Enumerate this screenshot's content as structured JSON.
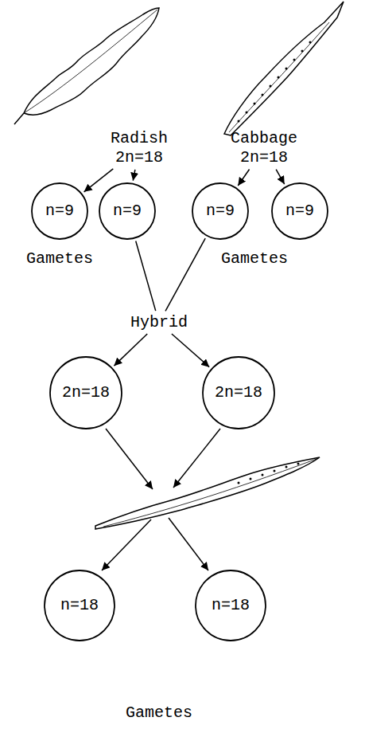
{
  "diagram": {
    "nodes": [
      {
        "text": [
          "Radish",
          "2n=18"
        ]
      },
      {
        "text": [
          "Cabbage",
          "2n=18"
        ]
      },
      {
        "text": [
          "n=9"
        ]
      },
      {
        "text": [
          "n=9"
        ]
      },
      {
        "text": [
          "n=9"
        ]
      },
      {
        "text": [
          "n=9"
        ]
      },
      {
        "text": [
          "Hybrid"
        ]
      },
      {
        "text": [
          "2n=18"
        ]
      },
      {
        "text": [
          "2n=18"
        ]
      },
      {
        "text": [
          "n=18"
        ]
      },
      {
        "text": [
          "n=18"
        ]
      }
    ],
    "edges": [
      {
        "from": 0,
        "to": 2,
        "arrow": "to"
      },
      {
        "from": 0,
        "to": 3,
        "arrow": "to"
      },
      {
        "from": 1,
        "to": 4,
        "arrow": "to"
      },
      {
        "from": 1,
        "to": 5,
        "arrow": "to"
      },
      {
        "from": 3,
        "to": 6,
        "arrow": "none"
      },
      {
        "from": 4,
        "to": 6,
        "arrow": "none"
      },
      {
        "from": 6,
        "to": 7,
        "arrow": "to"
      },
      {
        "from": 6,
        "to": 8,
        "arrow": "to"
      }
    ],
    "labels": [
      "Gametes",
      "Gametes",
      "Gametes"
    ]
  }
}
